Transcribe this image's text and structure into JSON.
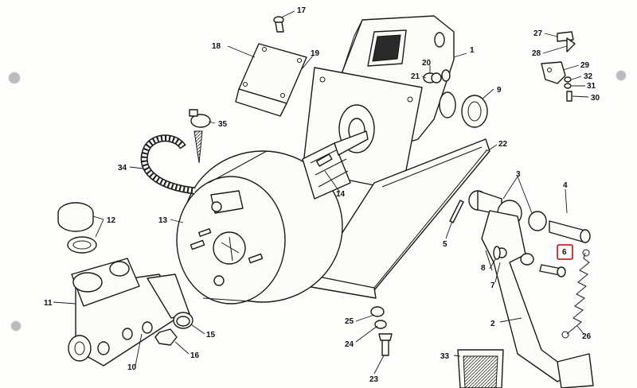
{
  "callouts": {
    "c1": "1",
    "c2": "2",
    "c3": "3",
    "c4": "4",
    "c5": "5",
    "c6": "6",
    "c7": "7",
    "c8": "8",
    "c9": "9",
    "c10": "10",
    "c11": "11",
    "c12": "12",
    "c13": "13",
    "c14": "14",
    "c15": "15",
    "c16": "16",
    "c17": "17",
    "c18": "18",
    "c19": "19",
    "c20": "20",
    "c21": "21",
    "c22": "22",
    "c23": "23",
    "c24": "24",
    "c25": "25",
    "c26": "26",
    "c27": "27",
    "c28": "28",
    "c29": "29",
    "c30": "30",
    "c31": "31",
    "c32": "32",
    "c33": "33",
    "c34": "34",
    "c35": "35"
  },
  "highlight": {
    "callout": "6",
    "color": "#d0202a"
  },
  "colors": {
    "line": "#1a1a1a",
    "paper": "#fdfdfb"
  }
}
